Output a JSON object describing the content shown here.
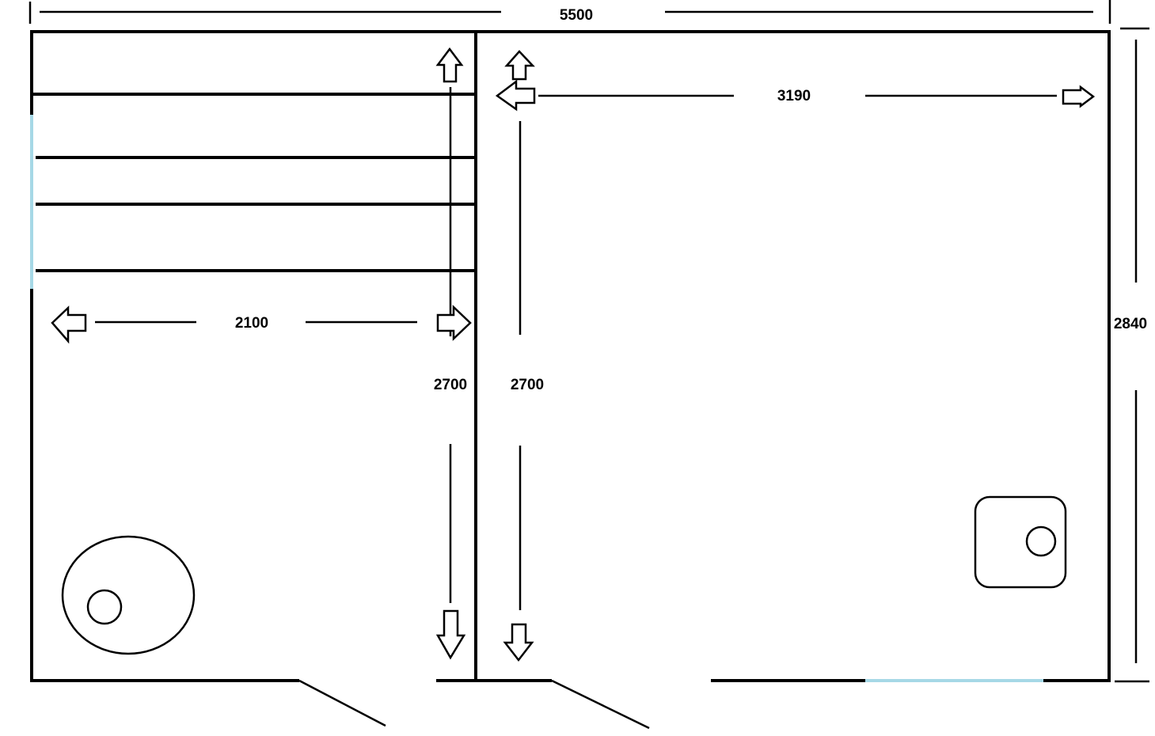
{
  "dimensions": {
    "total_width": "5500",
    "right_room_width": "3190",
    "left_room_width": "2100",
    "left_room_depth": "2700",
    "right_room_depth": "2700",
    "total_depth": "2840"
  },
  "colors": {
    "wall": "#000000",
    "window": "#a6d8e6"
  }
}
